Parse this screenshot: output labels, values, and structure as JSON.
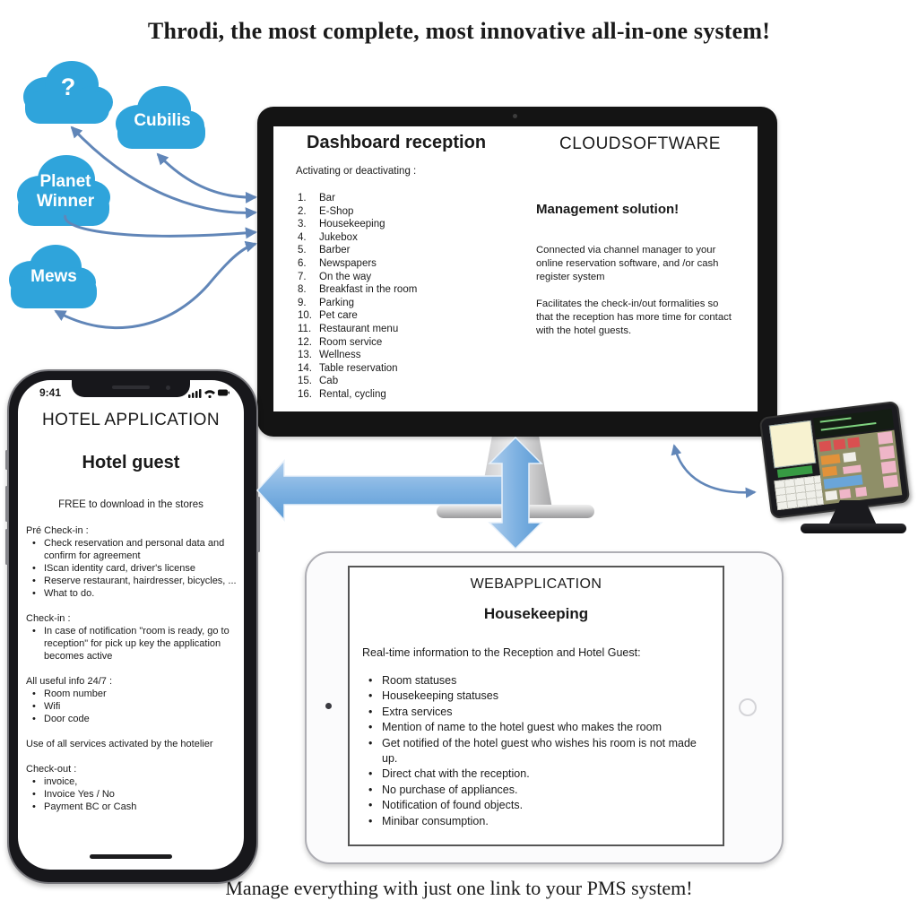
{
  "title": "Throdi, the most complete, most innovative all-in-one system!",
  "footer": "Manage everything with just one link to your PMS system!",
  "colors": {
    "cloud_blue": "#2FA4DB",
    "block_arrow_blue": "#5B9BD5",
    "connector_blue": "#6186B8"
  },
  "clouds": [
    {
      "label": "?"
    },
    {
      "label": "Cubilis"
    },
    {
      "label": "Planet Winner"
    },
    {
      "label": "Mews"
    }
  ],
  "monitor": {
    "dashboard": {
      "title": "Dashboard reception",
      "subtitle": "Activating or deactivating :",
      "items": [
        "Bar",
        "E-Shop",
        "Housekeeping",
        "Jukebox",
        "Barber",
        "Newspapers",
        "On the way",
        "Breakfast in the room",
        "Parking",
        "Pet care",
        "Restaurant menu",
        "Room service",
        "Wellness",
        "Table reservation",
        "Cab",
        "Rental, cycling"
      ]
    },
    "cloudsoftware": {
      "title": "CLOUDSOFTWARE",
      "heading": "Management solution!",
      "para1": "Connected via channel manager to your online reservation software, and /or cash register system",
      "para2": "Facilitates the check-in/out formalities so that the reception has more time for contact with the hotel guests."
    }
  },
  "phone": {
    "status_time": "9:41",
    "app_title": "HOTEL APPLICATION",
    "heading": "Hotel guest",
    "subheading": "FREE to download in the stores",
    "sections": [
      {
        "label": "Pré Check-in :",
        "bullets": [
          "Check reservation and personal data and confirm for agreement",
          "IScan identity card, driver's license",
          "Reserve restaurant, hairdresser, bicycles, ...",
          "What to do."
        ]
      },
      {
        "label": "Check-in :",
        "bullets": [
          "In case of notification \"room is ready, go to reception\" for pick up key the application becomes active"
        ]
      },
      {
        "label": "All useful info 24/7 :",
        "bullets": [
          "Room number",
          "Wifi",
          "Door code"
        ]
      },
      {
        "label": "Use of all services activated by the hotelier",
        "bullets": []
      },
      {
        "label": "Check-out :",
        "bullets": [
          "invoice,",
          "Invoice Yes / No",
          "Payment BC or Cash"
        ]
      }
    ]
  },
  "tablet": {
    "title": "WEBAPPLICATION",
    "heading": "Housekeeping",
    "intro": "Real-time information to the Reception and Hotel Guest:",
    "bullets": [
      "Room statuses",
      "Housekeeping statuses",
      "Extra services",
      "Mention of name to the hotel guest who makes the room",
      "Get notified of the hotel guest who wishes his room is not made up.",
      "Direct chat with the reception.",
      "No purchase of appliances.",
      "Notification of found objects.",
      "Minibar consumption."
    ]
  }
}
